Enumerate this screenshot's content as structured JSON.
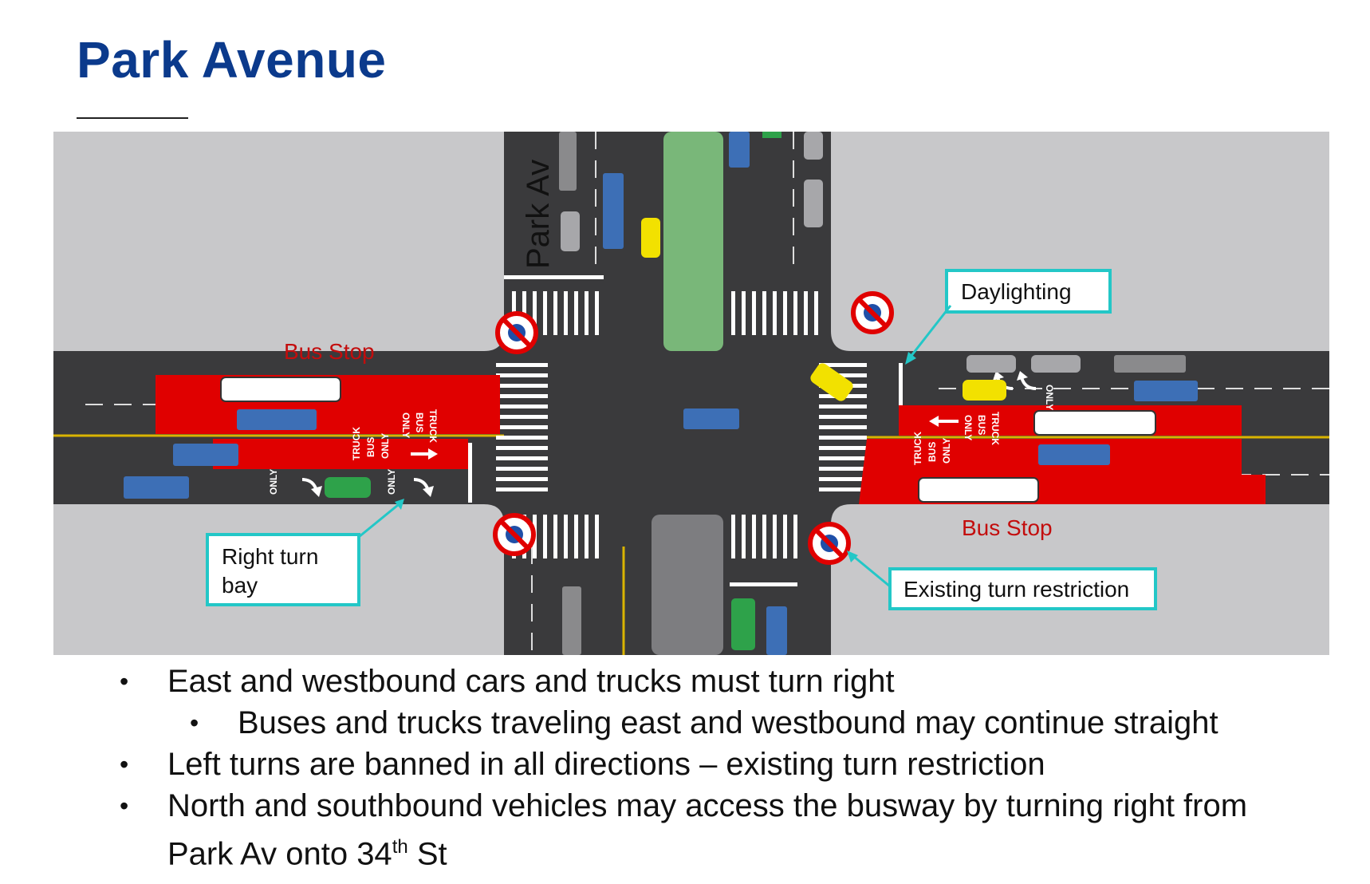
{
  "title": "Park Avenue",
  "diagram": {
    "street_label": "Park Av",
    "callouts": {
      "daylighting": "Daylighting",
      "right_turn_bay_line1": "Right turn",
      "right_turn_bay_line2": "bay",
      "existing_turn_restriction": "Existing turn restriction"
    },
    "bus_stop_label": "Bus Stop",
    "lane_marking_words": [
      "ONLY",
      "BUS",
      "TRUCK"
    ],
    "colors": {
      "busway": "#e00000",
      "median": "#79b779",
      "callout_border": "#23c7c7",
      "sidewalk": "#c8c8ca",
      "roadway": "#3a3a3c",
      "no_turn_ring": "#e00000",
      "no_turn_sign": "#1f4fa8"
    },
    "icons": [
      "no-left-turn-sign-icon",
      "straight-arrow-icon",
      "right-turn-arrow-icon",
      "bus-icon",
      "truck-icon",
      "car-icon",
      "taxi-icon"
    ]
  },
  "bullets": [
    {
      "text": "East and westbound cars and trucks must turn right",
      "level": 1
    },
    {
      "text": "Buses and trucks traveling east and westbound may continue straight",
      "level": 2
    },
    {
      "text": "Left turns are banned in all directions – existing turn restriction",
      "level": 1
    },
    {
      "text": "North and southbound vehicles may access the busway by turning right from",
      "level": 1
    },
    {
      "text_before_sup": "Park Av onto 34",
      "sup": "th",
      "text_after_sup": " St",
      "level": 1
    }
  ],
  "bullet_marker": "•"
}
